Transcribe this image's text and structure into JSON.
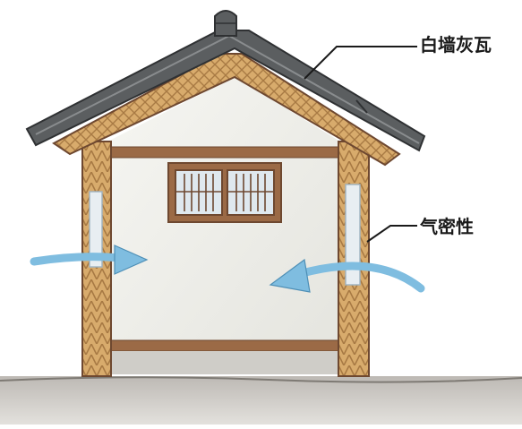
{
  "labels": {
    "roof": "白墙灰瓦",
    "airtight": "气密性"
  },
  "colors": {
    "roof_tile": "#5b5e60",
    "wood_frame": "#c9985c",
    "wood_beam": "#8a5a3c",
    "wall": "#eeeee8",
    "insulation_pattern": "#b58a52",
    "window_glass": "#dfe8ee",
    "air_arrow": "#7fbde0",
    "ground": "#c8c5c0"
  },
  "icons": [
    "house-cross-section",
    "window-icon",
    "air-flow-arrow-icon"
  ]
}
